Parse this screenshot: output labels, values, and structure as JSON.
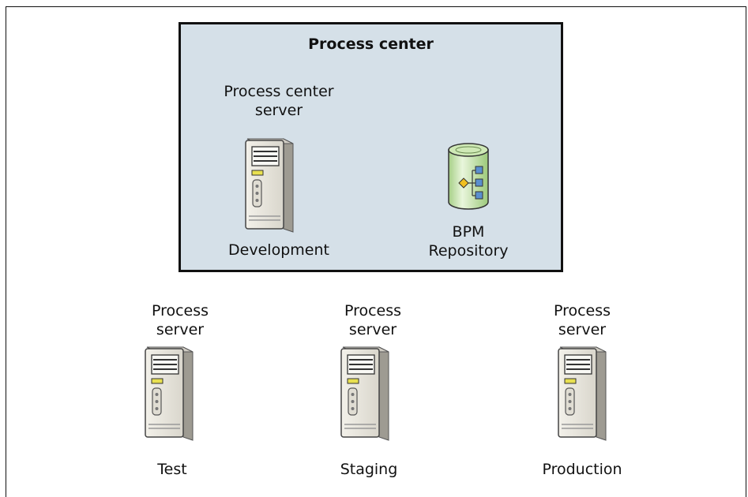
{
  "diagram": {
    "process_center": {
      "title": "Process center",
      "server": {
        "label_line1": "Process center",
        "label_line2": "server",
        "caption": "Development"
      },
      "repository": {
        "label_line1": "BPM",
        "label_line2": "Repository"
      }
    },
    "servers": [
      {
        "label_line1": "Process",
        "label_line2": "server",
        "caption": "Test"
      },
      {
        "label_line1": "Process",
        "label_line2": "server",
        "caption": "Staging"
      },
      {
        "label_line1": "Process",
        "label_line2": "server",
        "caption": "Production"
      }
    ],
    "colors": {
      "process_center_fill": "#d5e0e8",
      "server_body": "#e4e1d8",
      "repository_fill": "#c9e6b0",
      "indicator": "#e8e050"
    },
    "icons": [
      "server-icon",
      "database-icon"
    ]
  }
}
